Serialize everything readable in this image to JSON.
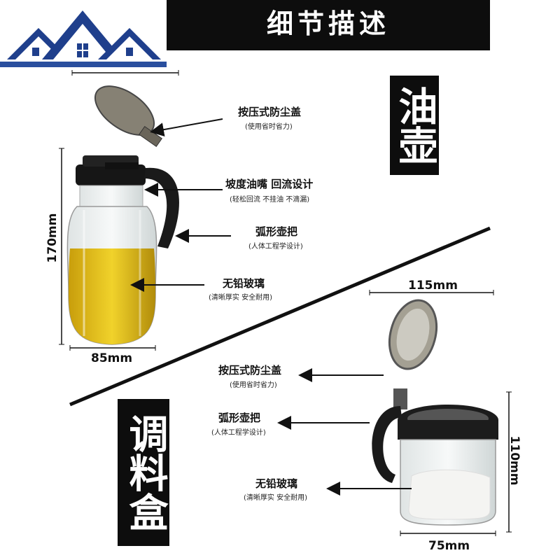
{
  "header": {
    "title": "细节描述"
  },
  "oil_pot": {
    "title": "油壶",
    "callouts": [
      {
        "title": "按压式防尘盖",
        "sub": "(使用省时省力)"
      },
      {
        "title": "坡度油嘴 回流设计",
        "sub": "(轻松回流  不挂油  不滴漏)"
      },
      {
        "title": "弧形壶把",
        "sub": "(人体工程学设计)"
      },
      {
        "title": "无铅玻璃",
        "sub": "(清晰厚实  安全耐用)"
      }
    ],
    "height_label": "170mm",
    "width_label": "85mm"
  },
  "seasoning_box": {
    "title": "调料盒",
    "callouts": [
      {
        "title": "按压式防尘盖",
        "sub": "(使用省时省力)"
      },
      {
        "title": "弧形壶把",
        "sub": "(人体工程学设计)"
      },
      {
        "title": "无铅玻璃",
        "sub": "(清晰厚实  安全耐用)"
      }
    ],
    "top_label": "115mm",
    "height_label": "110mm",
    "width_label": "75mm"
  },
  "colors": {
    "dark": "#0d0d0d",
    "logo_blue": "#1f3f8c",
    "oil": "#d9b800",
    "lid": "#6e6a5e"
  },
  "icons": [
    "house-logo-icon"
  ]
}
